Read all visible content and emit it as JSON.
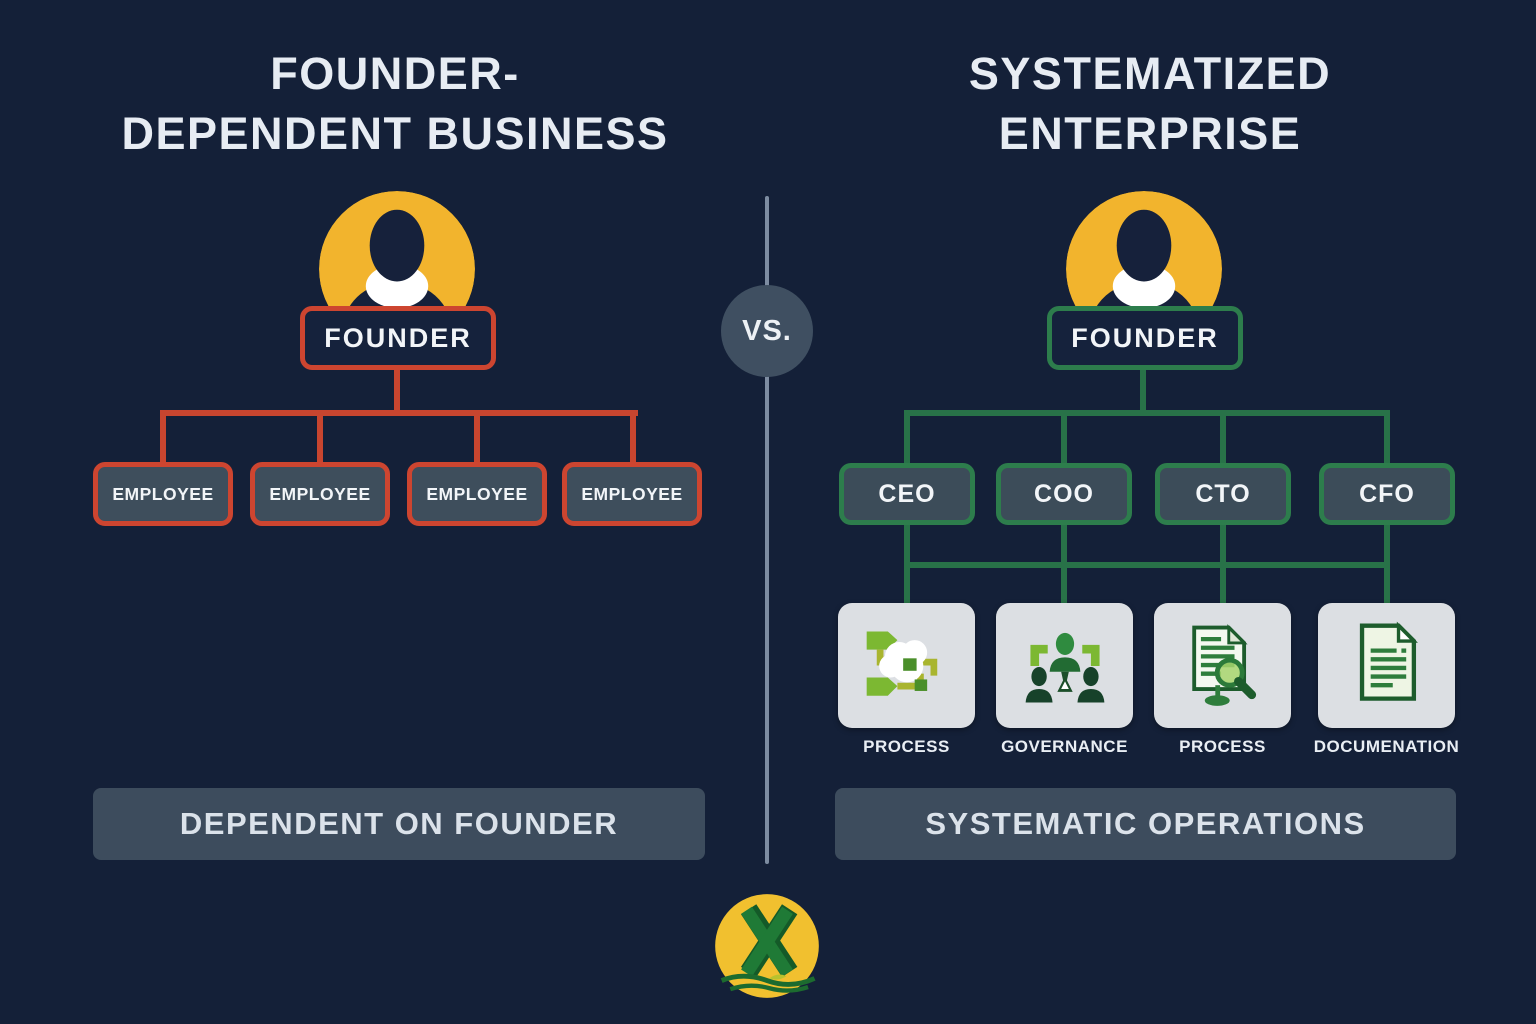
{
  "left": {
    "title_line1": "FOUNDER-",
    "title_line2": "DEPENDENT BUSINESS",
    "founder_label": "FOUNDER",
    "employees": [
      "EMPLOYEE",
      "EMPLOYEE",
      "EMPLOYEE",
      "EMPLOYEE"
    ],
    "banner": "DEPENDENT ON FOUNDER",
    "accent_color": "#cd4530"
  },
  "center": {
    "vs_label": "VS.",
    "logo_letter": "X"
  },
  "right": {
    "title_line1": "SYSTEMATIZED",
    "title_line2": "ENTERPRISE",
    "founder_label": "FOUNDER",
    "executives": [
      "CEO",
      "COO",
      "CTO",
      "CFO"
    ],
    "systems": [
      {
        "label": "PROCESS",
        "icon": "process-flow-icon"
      },
      {
        "label": "GOVERNANCE",
        "icon": "governance-people-icon"
      },
      {
        "label": "PROCESS",
        "icon": "document-magnifier-icon"
      },
      {
        "label": "DOCUMENATION",
        "icon": "document-icon"
      }
    ],
    "banner": "SYSTEMATIC OPERATIONS",
    "accent_color": "#2d7d4c"
  },
  "colors": {
    "background": "#142038",
    "red_accent": "#cd4530",
    "green_accent": "#2d7d4c",
    "box_fill": "#3e4e5c",
    "banner_fill": "#3d4c5d",
    "avatar_yellow": "#f2b42d",
    "tile_background": "#dcdfe3",
    "divider": "#7d8ca1",
    "logo_yellow": "#f1c02f"
  }
}
